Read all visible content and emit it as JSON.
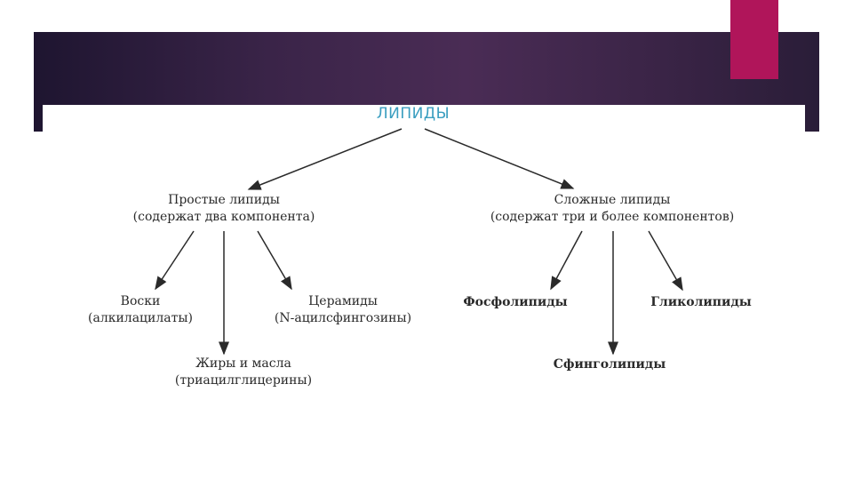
{
  "diagram": {
    "root": "ЛИПИДЫ",
    "simple": {
      "title": "Простые липиды",
      "subtitle": "(содержат два компонента)"
    },
    "complex": {
      "title": "Сложные липиды",
      "subtitle": "(содержат три и более компонентов)"
    },
    "waxes": {
      "title": "Воски",
      "subtitle": "(алкилацилаты)"
    },
    "fats": {
      "title": "Жиры и масла",
      "subtitle": "(триацилглицерины)"
    },
    "ceramides": {
      "title": "Церамиды",
      "subtitle": "(N-ацилсфингозины)"
    },
    "phospholipids": {
      "title": "Фосфолипиды"
    },
    "sphingolipids": {
      "title": "Сфинголипиды"
    },
    "glycolipids": {
      "title": "Гликолипиды"
    }
  },
  "colors": {
    "banner": "#3a2448",
    "accent": "#b0155a",
    "root_text": "#3a9ec0"
  }
}
